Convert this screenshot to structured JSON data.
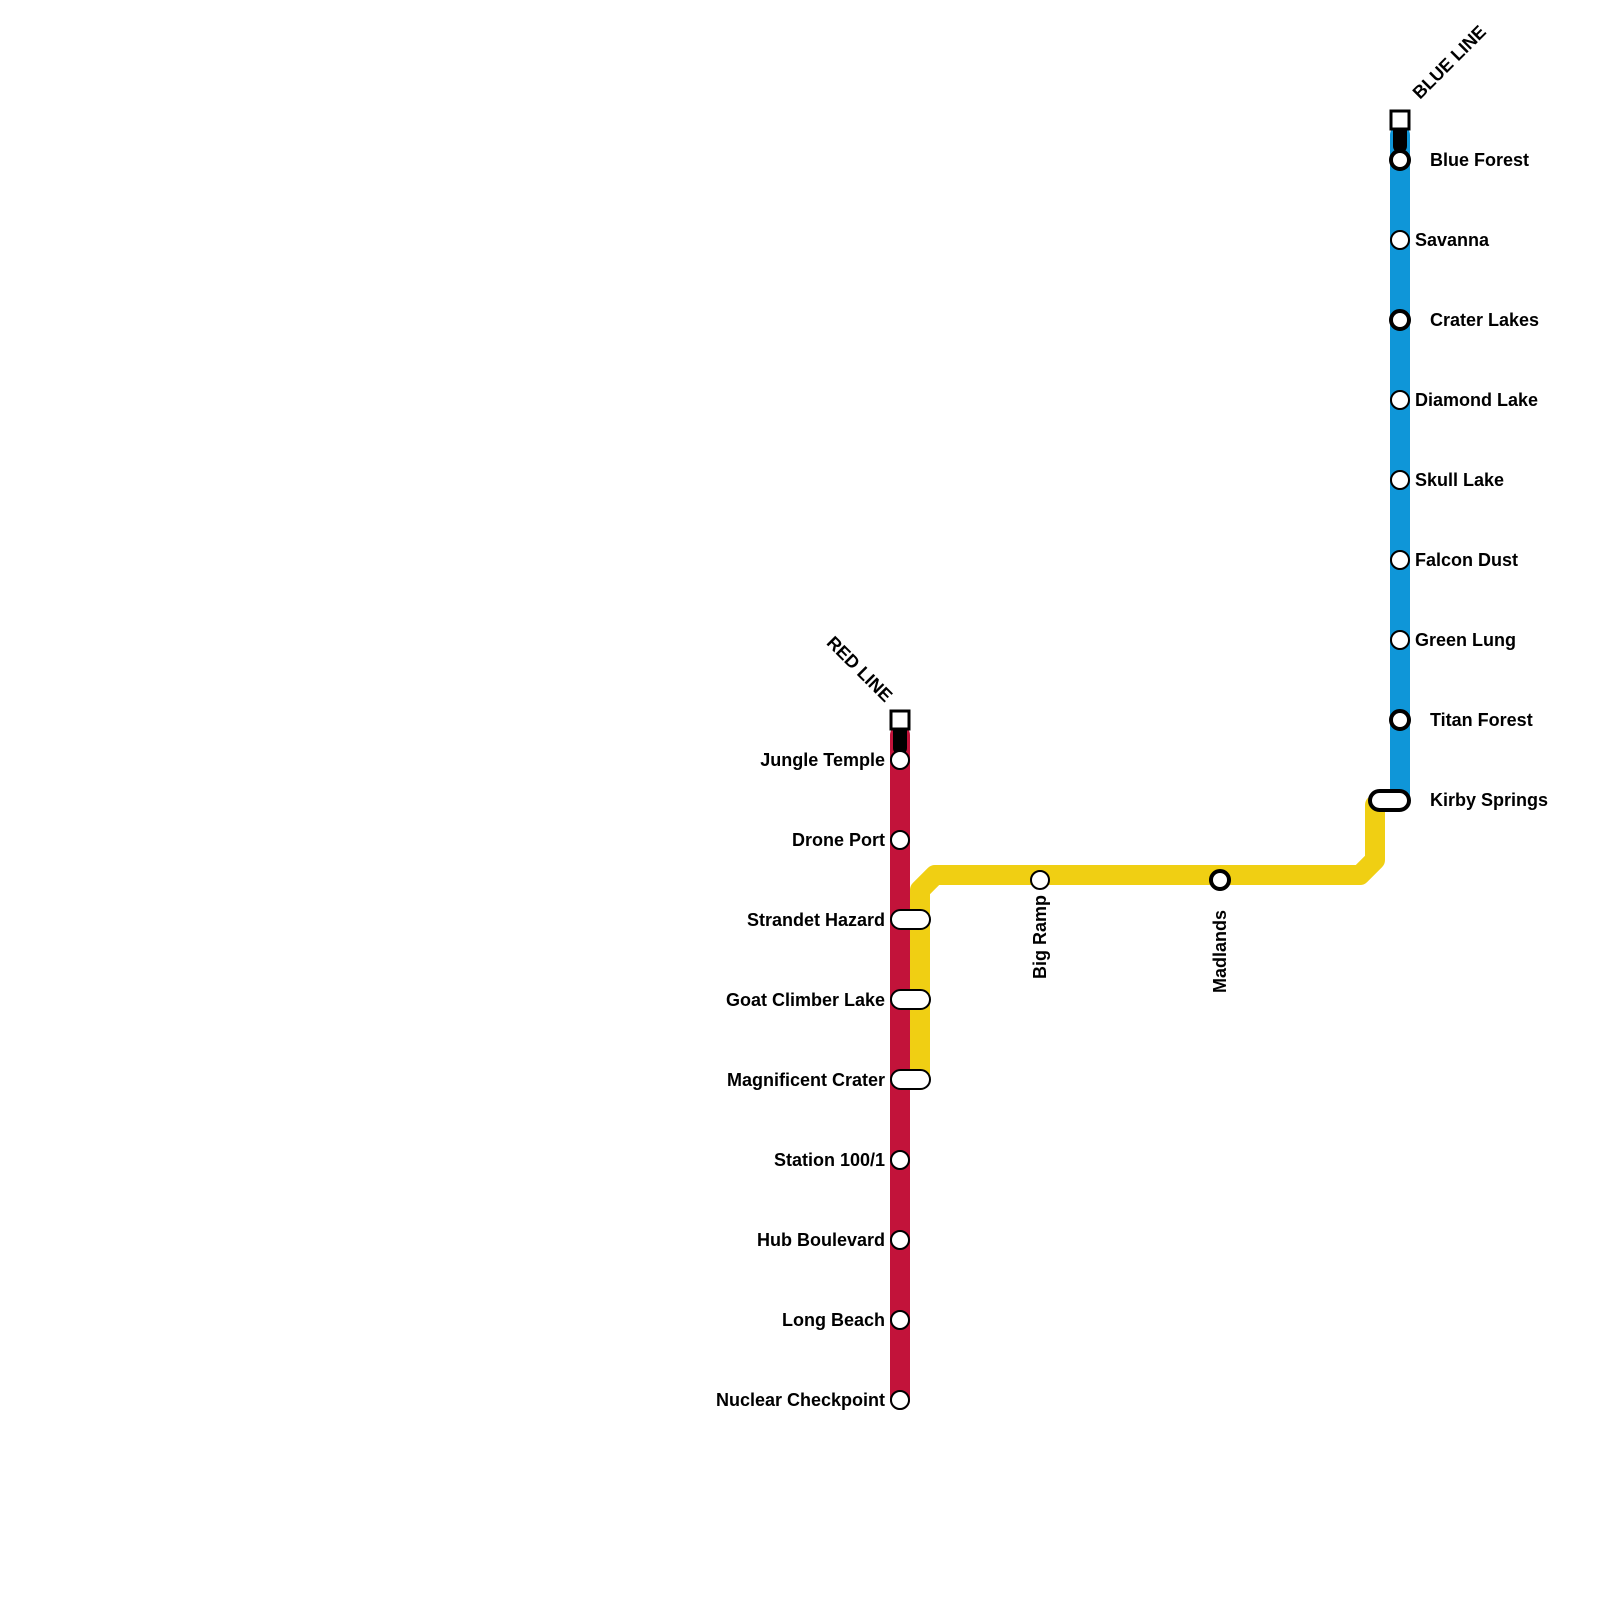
{
  "colors": {
    "red_line": "#C2133A",
    "yellow_line": "#F0CF13",
    "blue_line": "#0F96D8",
    "station_fill": "#ffffff",
    "station_stroke": "#000000",
    "background": "#ffffff"
  },
  "lines": {
    "red": {
      "name": "RED LINE"
    },
    "blue": {
      "name": "BLUE LINE"
    }
  },
  "stations": {
    "red": [
      "Jungle Temple",
      "Drone Port",
      "Strandet Hazard",
      "Goat Climber Lake",
      "Magnificent Crater",
      "Station 100/1",
      "Hub Boulevard",
      "Long Beach",
      "Nuclear Checkpoint"
    ],
    "yellow": [
      "Big Ramp",
      "Madlands"
    ],
    "blue": [
      "Blue Forest",
      "Savanna",
      "Crater Lakes",
      "Diamond Lake",
      "Skull Lake",
      "Falcon Dust",
      "Green Lung",
      "Titan Forest",
      "Kirby Springs"
    ]
  }
}
